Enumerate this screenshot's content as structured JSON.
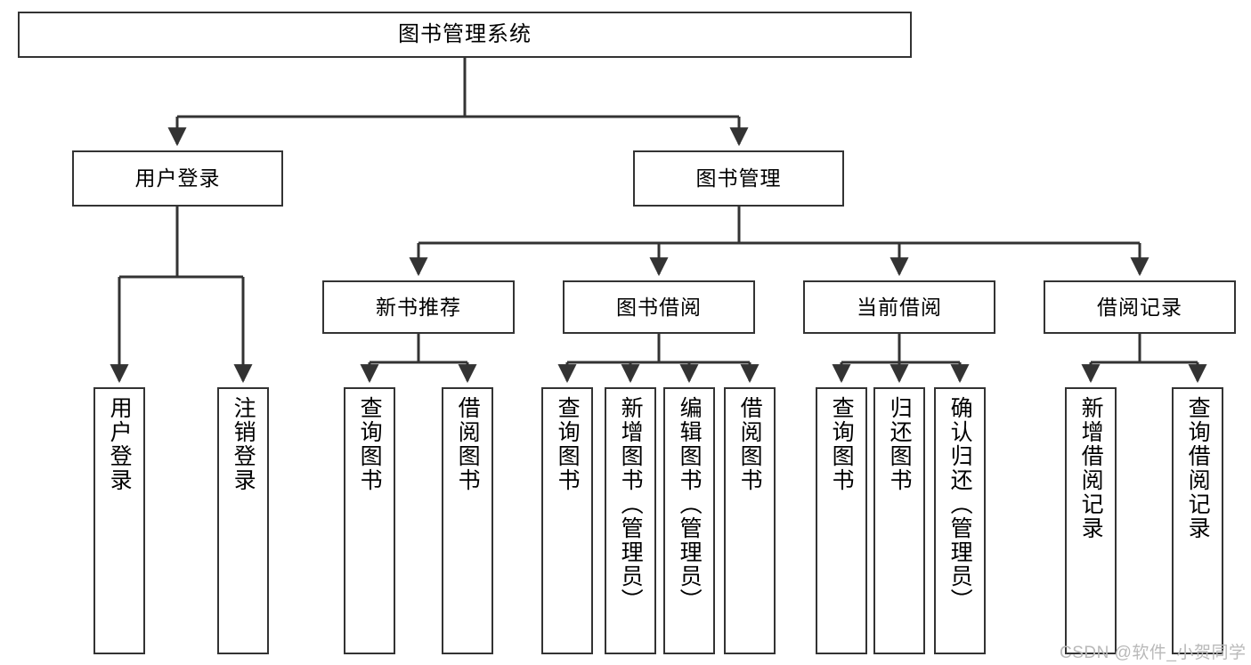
{
  "diagram": {
    "title": "图书管理系统",
    "type": "tree-hierarchy-diagram",
    "root": {
      "id": "root",
      "label": "图书管理系统"
    },
    "level2": [
      {
        "id": "user-login",
        "label": "用户登录"
      },
      {
        "id": "book-manage",
        "label": "图书管理"
      }
    ],
    "level3": [
      {
        "id": "new-book-recommend",
        "label": "新书推荐"
      },
      {
        "id": "book-borrow",
        "label": "图书借阅"
      },
      {
        "id": "current-borrow",
        "label": "当前借阅"
      },
      {
        "id": "borrow-record",
        "label": "借阅记录"
      }
    ],
    "leaves": {
      "user_login": [
        {
          "id": "leaf-user-login",
          "label": "用户登录"
        },
        {
          "id": "leaf-logout",
          "label": "注销登录"
        }
      ],
      "new_book_recommend": [
        {
          "id": "leaf-query-book-1",
          "label": "查询图书"
        },
        {
          "id": "leaf-borrow-book-1",
          "label": "借阅图书"
        }
      ],
      "book_borrow": [
        {
          "id": "leaf-query-book-2",
          "label": "查询图书"
        },
        {
          "id": "leaf-add-book",
          "label": "新增图书（管理员）"
        },
        {
          "id": "leaf-edit-book",
          "label": "编辑图书（管理员）"
        },
        {
          "id": "leaf-borrow-book-2",
          "label": "借阅图书"
        }
      ],
      "current_borrow": [
        {
          "id": "leaf-query-book-3",
          "label": "查询图书"
        },
        {
          "id": "leaf-return-book",
          "label": "归还图书"
        },
        {
          "id": "leaf-confirm-return",
          "label": "确认归还（管理员）"
        }
      ],
      "borrow_record": [
        {
          "id": "leaf-add-record",
          "label": "新增借阅记录"
        },
        {
          "id": "leaf-query-record",
          "label": "查询借阅记录"
        }
      ]
    }
  },
  "watermark": {
    "text": "CSDN @软件_小贺同学"
  },
  "colors": {
    "stroke": "#333333",
    "background": "#ffffff",
    "text": "#000000",
    "watermark": "#b9b9b9"
  }
}
